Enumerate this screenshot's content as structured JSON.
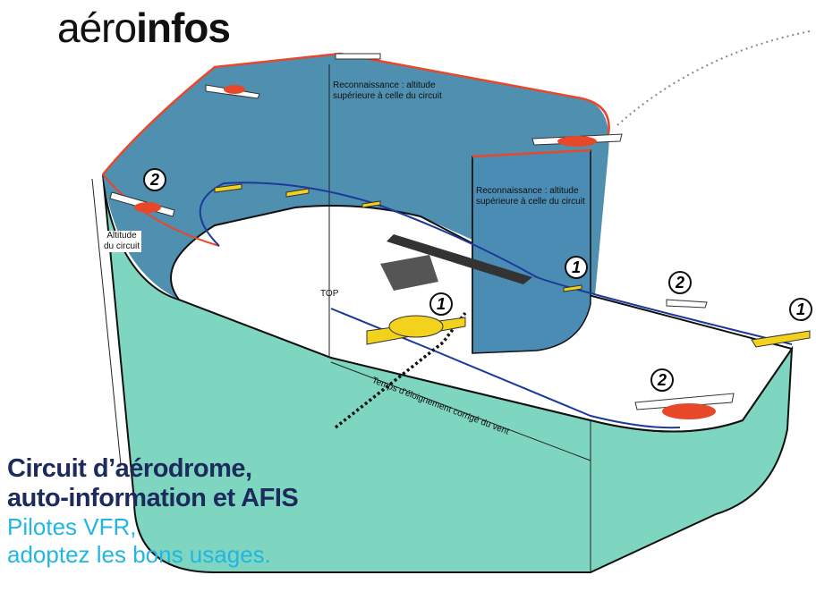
{
  "logo": {
    "part1": "aéro",
    "part2": "infos"
  },
  "labels": {
    "recon_top_1": "Reconnaissance : altitude",
    "recon_top_2": "supérieure à celle du circuit",
    "recon_mid_1": "Reconnaissance : altitude",
    "recon_mid_2": "supérieure à celle du circuit",
    "altitude_1": "Altitude",
    "altitude_2": "du circuit",
    "top": "TOP",
    "time": "Temps d'éloignement corrigé du vent"
  },
  "markers": [
    "2",
    "1",
    "1",
    "2",
    "1",
    "2"
  ],
  "title": {
    "line1": "Circuit d’aérodrome,",
    "line2": "auto-information et AFIS",
    "line3": "Pilotes VFR,",
    "line4": "adoptez les bons usages."
  },
  "colors": {
    "wall_blue": "#4f8fb0",
    "floor_teal": "#7fd6c0",
    "circuit_red": "#e8482a",
    "circuit_blue": "#1b3a9a",
    "title_navy": "#1d2a5c",
    "subtitle_cyan": "#22b6e0"
  }
}
